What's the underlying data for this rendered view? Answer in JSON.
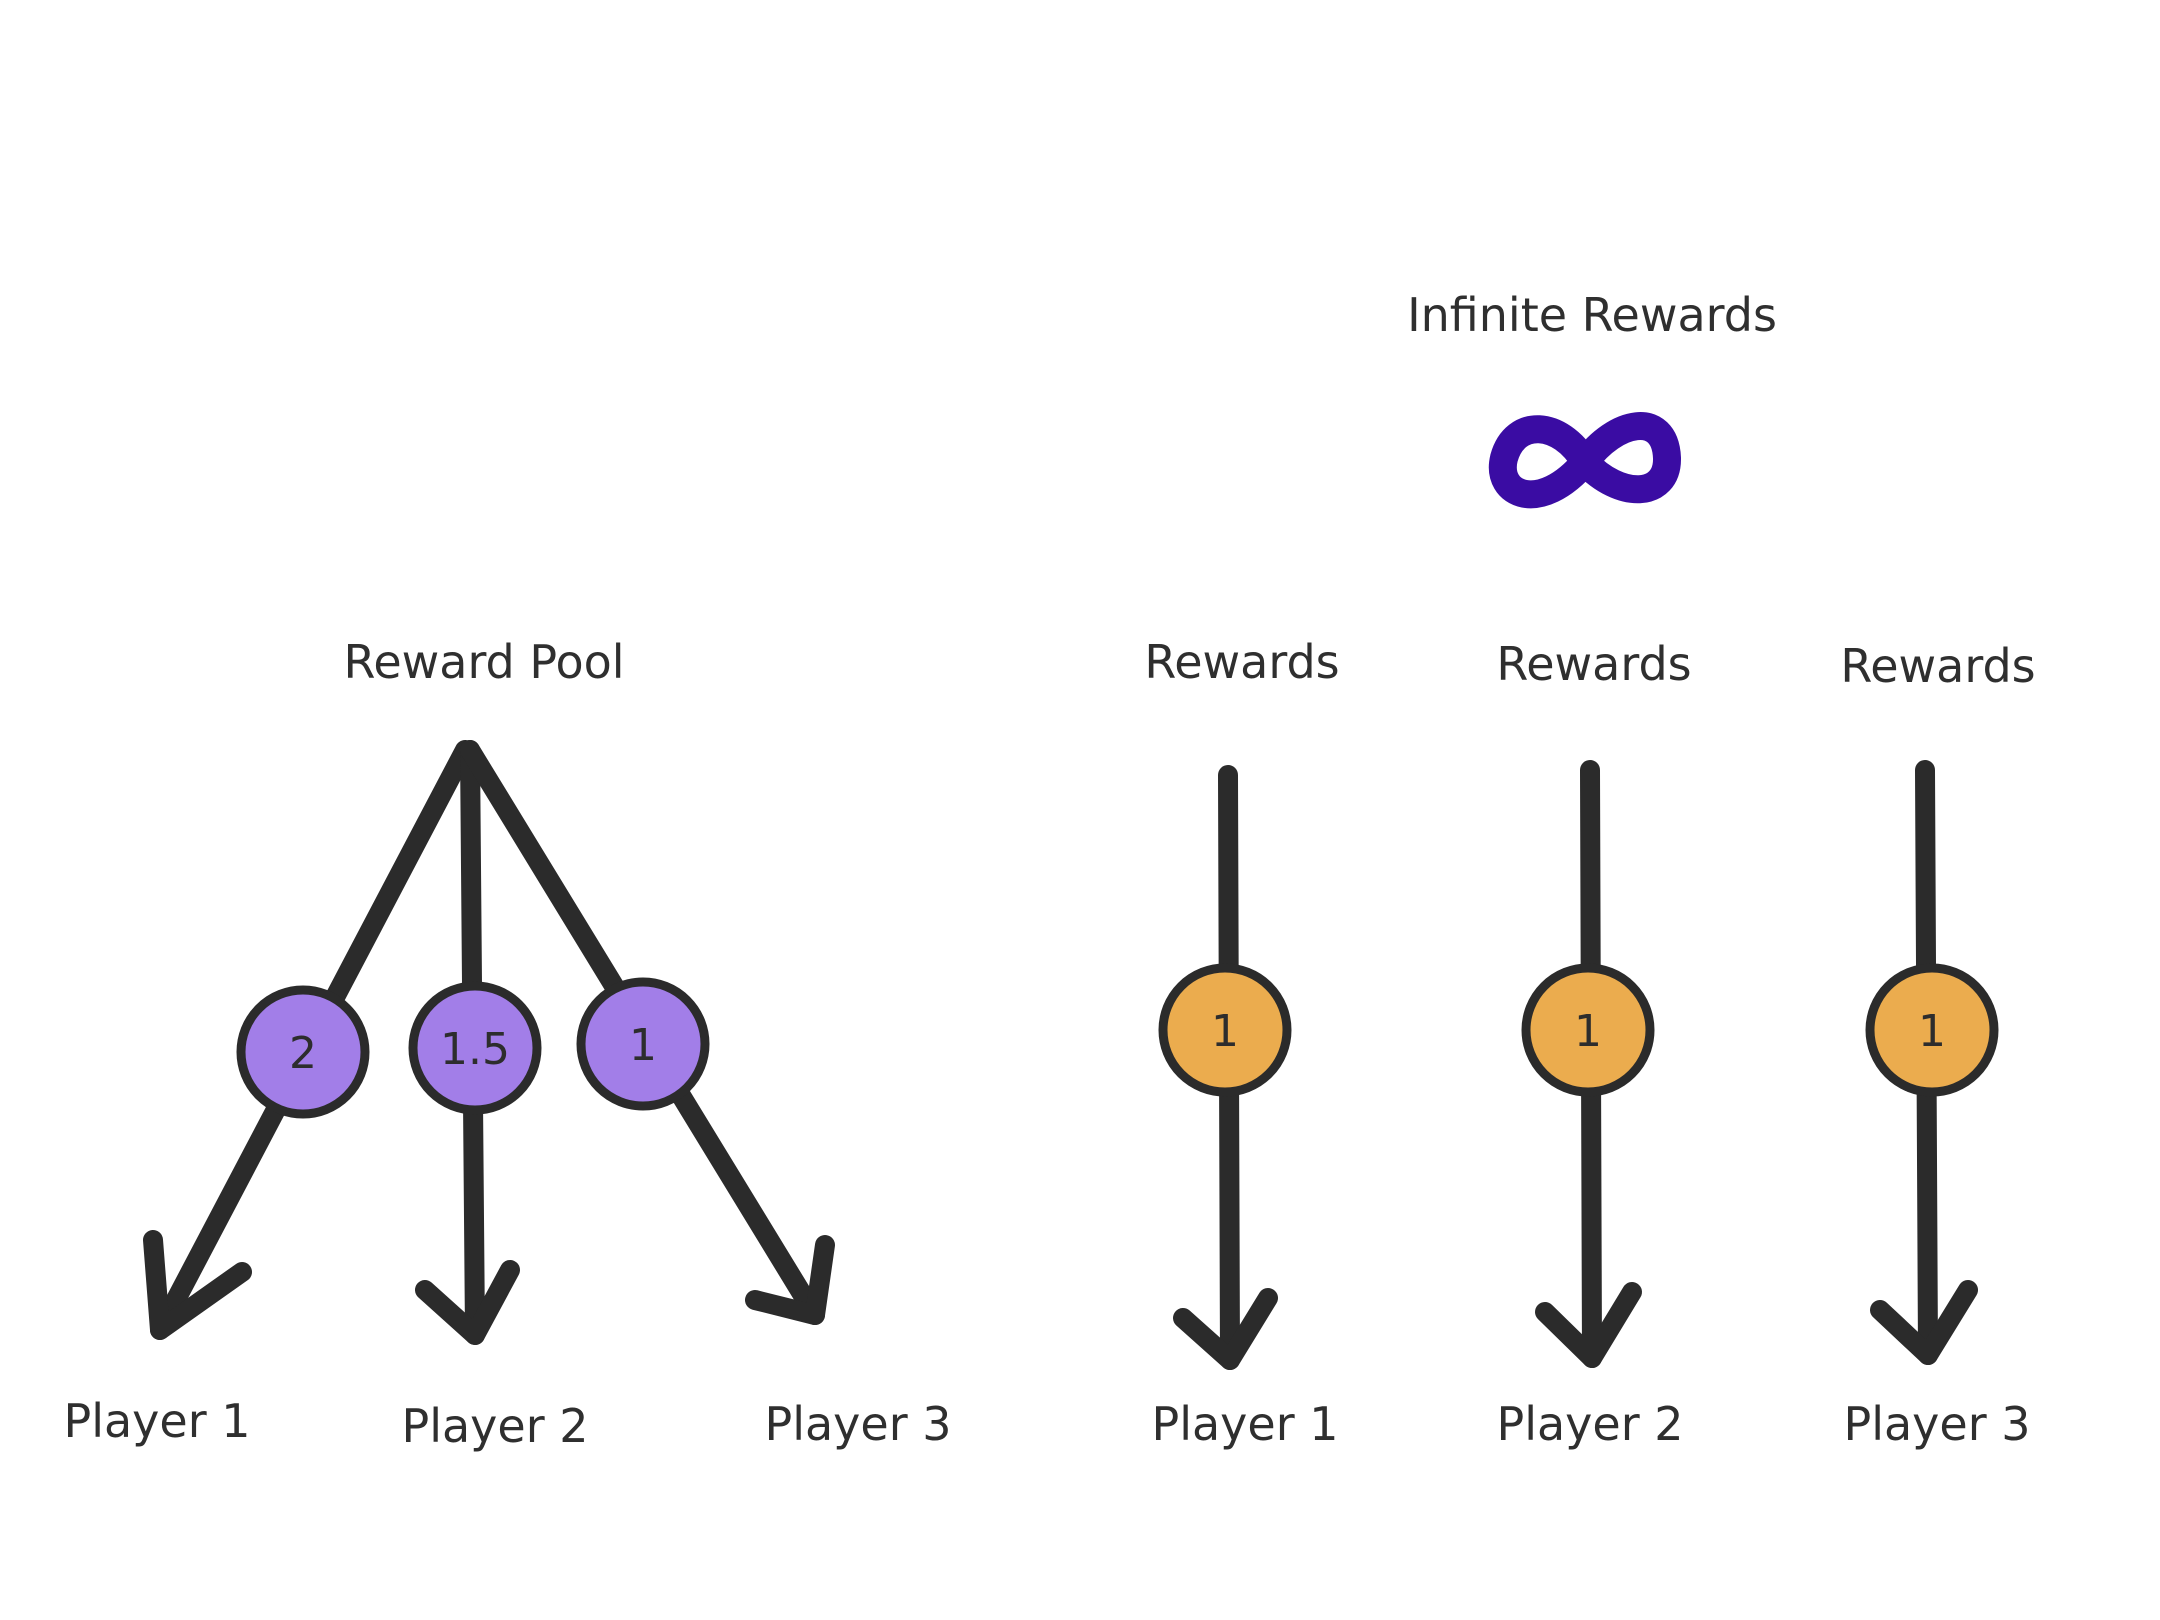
{
  "colors": {
    "ink": "#2b2b2b",
    "pool_node": "#a27ee8",
    "infinite_node": "#ebac4e",
    "infinity_symbol": "#3a0ca3",
    "background": "#ffffff"
  },
  "left_diagram": {
    "source_label": "Reward Pool",
    "nodes": [
      {
        "value": "2",
        "target": "Player 1"
      },
      {
        "value": "1.5",
        "target": "Player 2"
      },
      {
        "value": "1",
        "target": "Player 3"
      }
    ]
  },
  "right_diagram": {
    "title": "Infinite Rewards",
    "infinity_icon": "infinity-icon",
    "columns": [
      {
        "source": "Rewards",
        "value": "1",
        "target": "Player 1"
      },
      {
        "source": "Rewards",
        "value": "1",
        "target": "Player 2"
      },
      {
        "source": "Rewards",
        "value": "1",
        "target": "Player 3"
      }
    ]
  }
}
